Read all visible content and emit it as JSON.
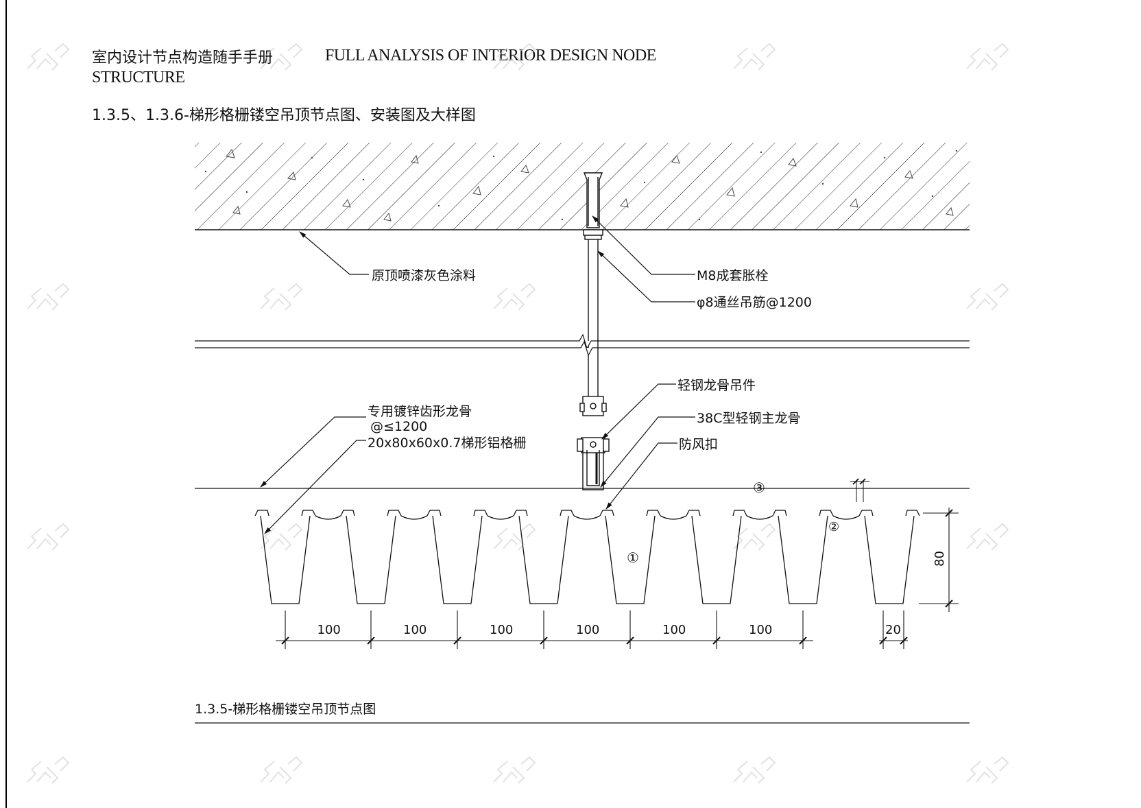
{
  "header": {
    "book_title_cn": "室内设计节点构造随手手册",
    "book_title_en_line1": "FULL ANALYSIS OF INTERIOR DESIGN NODE",
    "book_title_en_line2": "STRUCTURE",
    "section_title": "1.3.5、1.3.6-梯形格栅镂空吊顶节点图、安装图及大样图"
  },
  "drawing": {
    "callouts": {
      "ceiling_paint": "原顶喷漆灰色涂料",
      "anchor_bolt": "M8成套胀栓",
      "hanger_rod": "φ8通丝吊筋@1200",
      "hanger_clip": "轻钢龙骨吊件",
      "main_runner": "38C型轻钢主龙骨",
      "wind_clip": "防风扣",
      "tooth_keel_line1": "专用镀锌齿形龙骨",
      "tooth_keel_line2": "@≤1200",
      "grille": "20x80x60x0.7梯形铝格栅"
    },
    "markers": {
      "m1": "①",
      "m2": "②",
      "m3": "③"
    },
    "dimensions": {
      "spacing": [
        "100",
        "100",
        "100",
        "100",
        "100",
        "100"
      ],
      "width": "20",
      "height": "80"
    },
    "caption": "1.3.5-梯形格栅镂空吊顶节点图"
  }
}
